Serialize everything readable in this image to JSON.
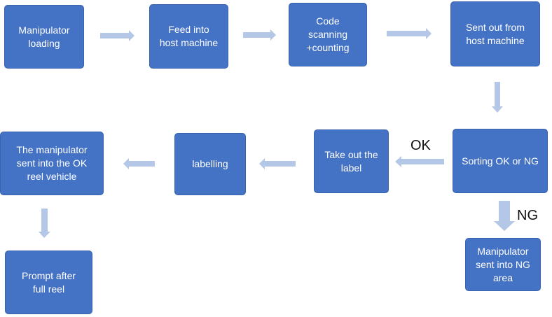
{
  "colors": {
    "box_fill": "#4472c4",
    "arrow": "#b4c7e7",
    "label_text": "#111111"
  },
  "nodes": [
    {
      "id": "manipulator-loading",
      "text": "Manipulator\nloading"
    },
    {
      "id": "feed-into-host",
      "text": "Feed into\nhost machine"
    },
    {
      "id": "code-scanning",
      "text": "Code\nscanning\n+counting"
    },
    {
      "id": "sent-out-host",
      "text": "Sent out from\nhost machine"
    },
    {
      "id": "sorting-ok-ng",
      "text": "Sorting OK or NG"
    },
    {
      "id": "take-out-label",
      "text": "Take out the\nlabel"
    },
    {
      "id": "labelling",
      "text": "labelling"
    },
    {
      "id": "manipulator-ok-reel",
      "text": "The manipulator\nsent into the OK\nreel vehicle"
    },
    {
      "id": "prompt-full-reel",
      "text": "Prompt after\nfull reel"
    },
    {
      "id": "manipulator-ng-area",
      "text": "Manipulator\nsent into NG\narea"
    }
  ],
  "edge_labels": {
    "ok": "OK",
    "ng": "NG"
  }
}
